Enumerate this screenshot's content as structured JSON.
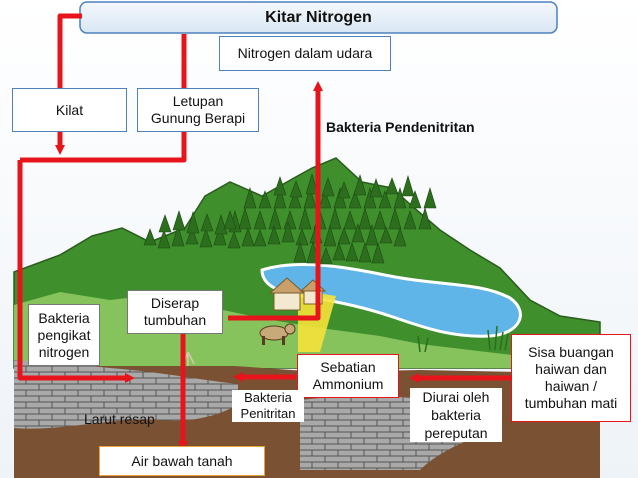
{
  "title": "Kitar Nitrogen",
  "boxes": {
    "nitrogen_air": "Nitrogen dalam udara",
    "lightning": "Kilat",
    "volcano": "Letupan\nGunung Berapi",
    "fixing_bacteria": "Bakteria\npengikat\nnitrogen",
    "plant_uptake": "Diserap\ntumbuhan",
    "ammonium": "Sebatian\nAmmonium",
    "waste": "Sisa buangan\nhaiwan dan\nhaiwan /\ntumbuhan mati",
    "groundwater": "Air bawah tanah"
  },
  "labels": {
    "denitrifying": "Bakteria Pendenitritan",
    "leaching": "Larut resap",
    "nitrifying": "Bakteria\nPenitritan",
    "decomposer": "Diurai oleh\nbakteria\npereputan"
  },
  "colors": {
    "arrow": "#e8141b",
    "box_border_blue": "#4f81bd",
    "title_fill": "#e3eef8",
    "mountain": "#3f8f2c",
    "tree": "#2c6e1e",
    "river": "#5fb4e8",
    "soil": "#7a5233",
    "rock": "#9c9c9c"
  },
  "icons": [
    "mountain-icon",
    "tree-icon",
    "river-icon",
    "house-icon",
    "cow-icon",
    "rock-layer-icon",
    "reed-icon"
  ]
}
